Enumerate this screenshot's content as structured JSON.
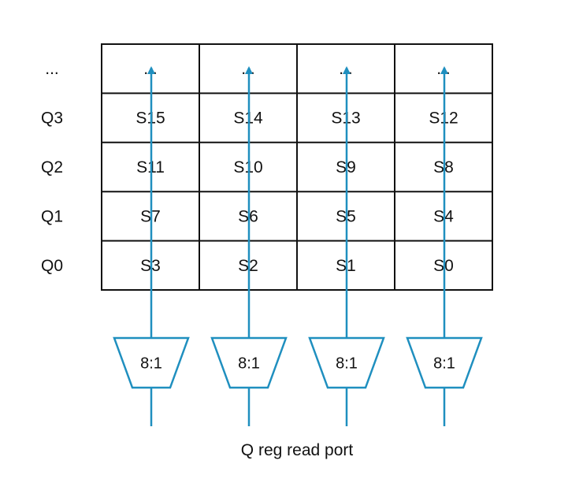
{
  "row_labels": [
    "...",
    "Q3",
    "Q2",
    "Q1",
    "Q0"
  ],
  "grid": [
    [
      "...",
      "...",
      "...",
      "..."
    ],
    [
      "S15",
      "S14",
      "S13",
      "S12"
    ],
    [
      "S11",
      "S10",
      "S9",
      "S8"
    ],
    [
      "S7",
      "S6",
      "S5",
      "S4"
    ],
    [
      "S3",
      "S2",
      "S1",
      "S0"
    ]
  ],
  "mux_labels": [
    "8:1",
    "8:1",
    "8:1",
    "8:1"
  ],
  "caption": "Q reg read port",
  "colors": {
    "wire": "#1f8fbf",
    "grid_line": "#111111",
    "text": "#111111"
  }
}
